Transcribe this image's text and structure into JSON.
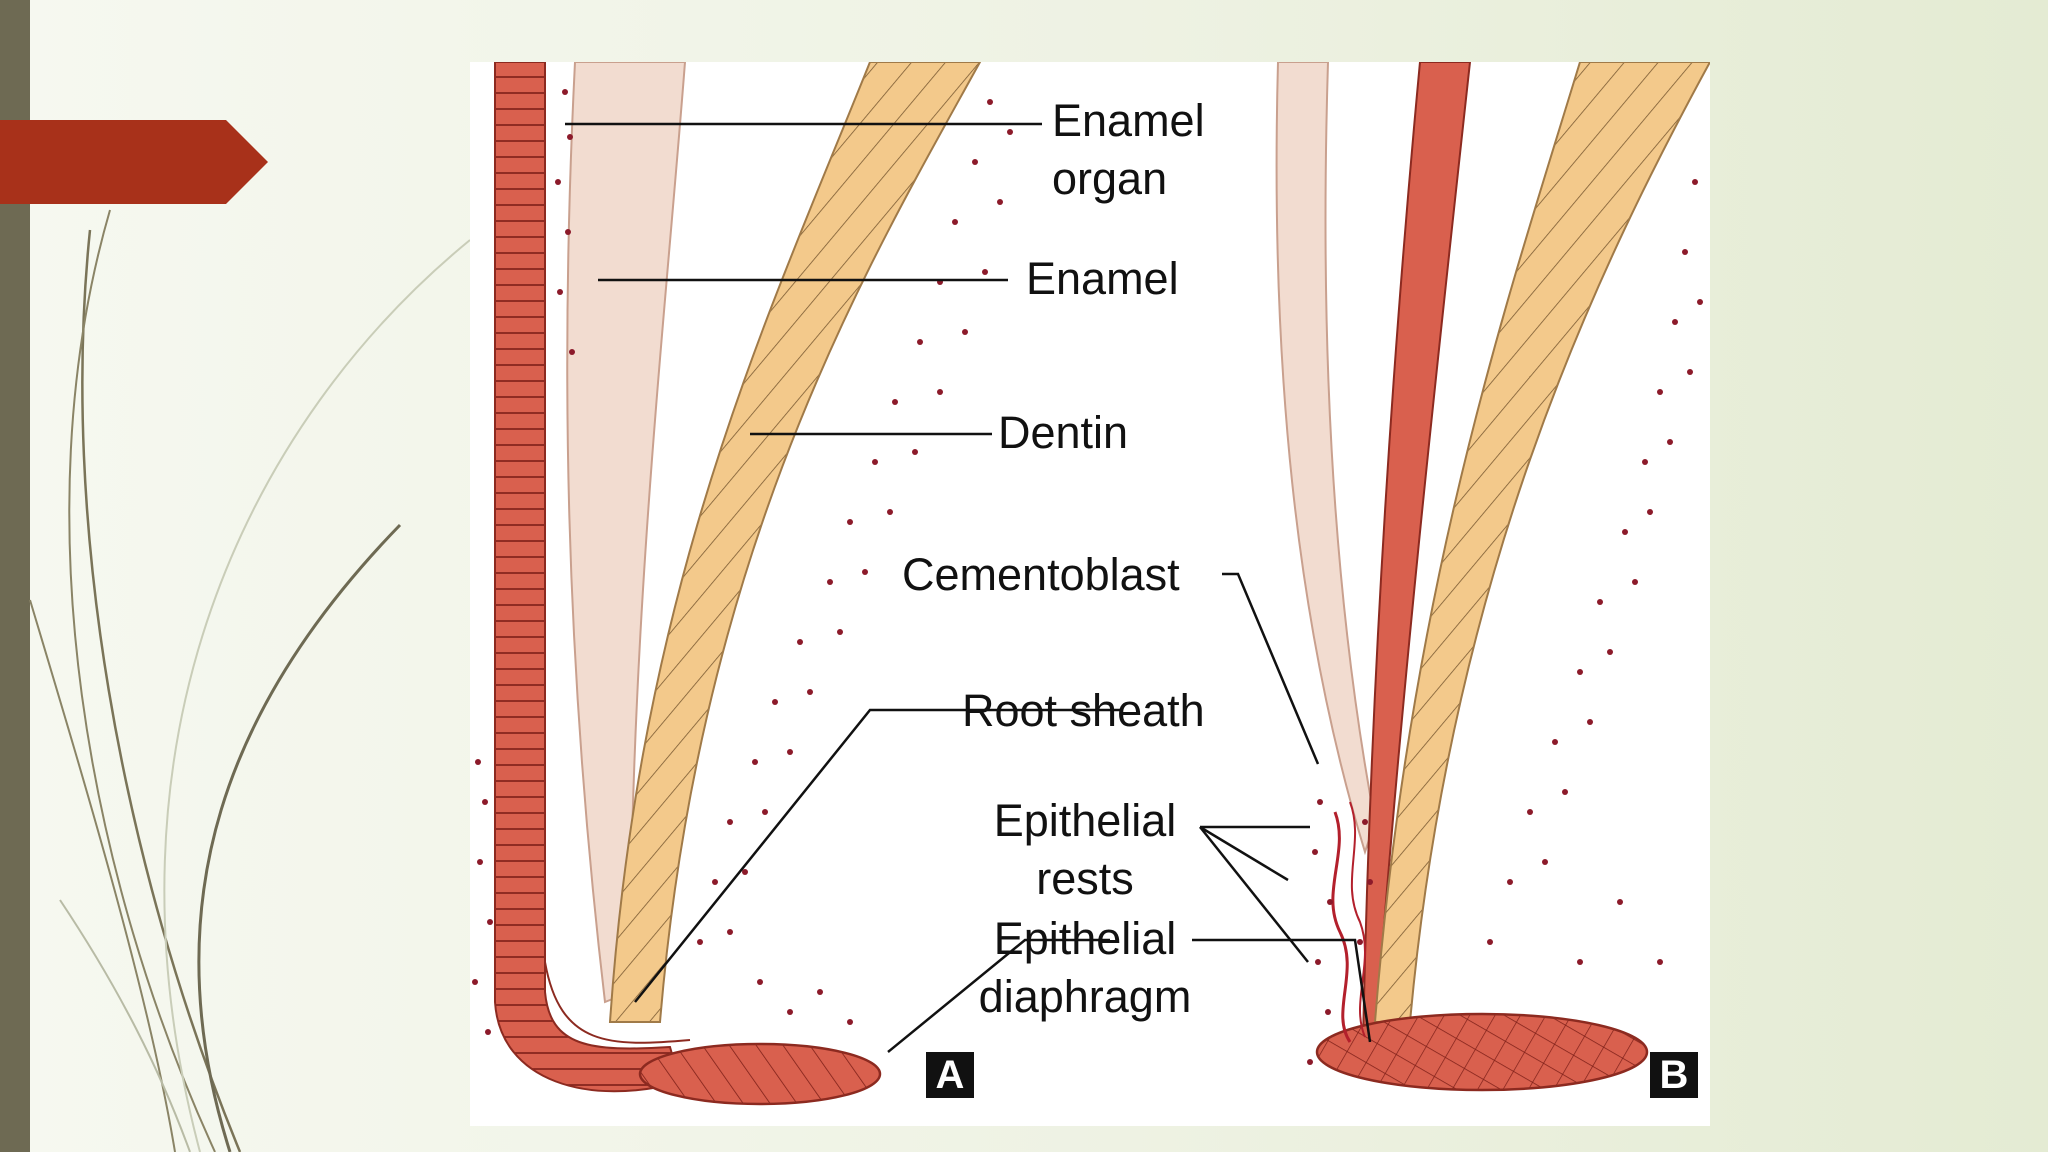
{
  "labels": {
    "enamel_organ_line1": "Enamel",
    "enamel_organ_line2": "organ",
    "enamel": "Enamel",
    "dentin": "Dentin",
    "cementoblast": "Cementoblast",
    "root_sheath": "Root sheath",
    "epithelial_rests_line1": "Epithelial",
    "epithelial_rests_line2": "rests",
    "epithelial_diaphragm_line1": "Epithelial",
    "epithelial_diaphragm_line2": "diaphragm"
  },
  "panels": {
    "a": "A",
    "b": "B"
  },
  "colors": {
    "background": "#eef2e3",
    "side_bar": "#6e6a53",
    "arrow_tag": "#a8311a",
    "epithelium": "#d9604e",
    "enamel": "#f2dcd0",
    "dentin": "#f3c98b",
    "cells": "#8c1a2a"
  }
}
